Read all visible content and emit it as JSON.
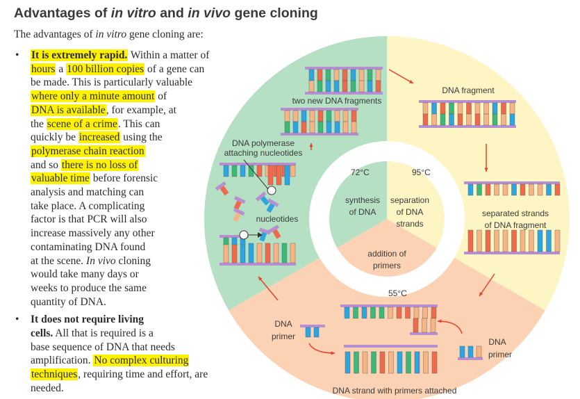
{
  "page": {
    "title_parts": [
      "Advantages of ",
      "in vitro",
      " and ",
      "in vivo",
      " gene cloning"
    ],
    "intro_parts": [
      "The advantages of ",
      "in vitro",
      " gene cloning are:"
    ]
  },
  "bullets": [
    {
      "lines": [
        [
          {
            "t": "It is extremely rapid.",
            "hl": true,
            "b": true
          },
          {
            "t": " Within a matter of"
          }
        ],
        [
          {
            "t": "hours",
            "hl": true
          },
          {
            "t": " a "
          },
          {
            "t": "100 billion copies",
            "hl": true
          },
          {
            "t": " of a gene can"
          }
        ],
        [
          {
            "t": "be made. This is particularly valuable"
          }
        ],
        [
          {
            "t": "where only a minute amount",
            "hl": true
          },
          {
            "t": " of"
          }
        ],
        [
          {
            "t": "DNA is available",
            "hl": true
          },
          {
            "t": ", for example, at"
          }
        ],
        [
          {
            "t": "the "
          },
          {
            "t": "scene of a crime",
            "hl": true
          },
          {
            "t": ". This can"
          }
        ],
        [
          {
            "t": "quickly be "
          },
          {
            "t": "increased",
            "hl": true
          },
          {
            "t": " using the"
          }
        ],
        [
          {
            "t": "polymerase chain reaction",
            "hl": true
          }
        ],
        [
          {
            "t": "and so "
          },
          {
            "t": "there is no loss of",
            "hl": true
          }
        ],
        [
          {
            "t": "valuable time",
            "hl": true
          },
          {
            "t": " before forensic"
          }
        ],
        [
          {
            "t": "analysis and matching can"
          }
        ],
        [
          {
            "t": "take place. A complicating"
          }
        ],
        [
          {
            "t": "factor is that PCR will also"
          }
        ],
        [
          {
            "t": "increase massively any other"
          }
        ],
        [
          {
            "t": "contaminating DNA found"
          }
        ],
        [
          {
            "t": "at the scene. "
          },
          {
            "t": "In vivo",
            "i": true
          },
          {
            "t": " cloning"
          }
        ],
        [
          {
            "t": "would take many days or"
          }
        ],
        [
          {
            "t": "weeks to produce the same"
          }
        ],
        [
          {
            "t": "quantity of DNA."
          }
        ]
      ]
    },
    {
      "lines": [
        [
          {
            "t": "It does not require living",
            "b": true
          }
        ],
        [
          {
            "t": "cells.",
            "b": true
          },
          {
            "t": " All that is required is a"
          }
        ],
        [
          {
            "t": "base sequence of DNA that needs"
          }
        ],
        [
          {
            "t": "amplification. "
          },
          {
            "t": "No complex culturing",
            "hl": true
          }
        ],
        [
          {
            "t": "techniques",
            "hl": true
          },
          {
            "t": ", requiring time and effort, are"
          }
        ],
        [
          {
            "t": "needed."
          }
        ]
      ]
    }
  ],
  "bullet_symbol": "•",
  "diagram": {
    "temps": {
      "t72": "72°C",
      "t95": "95°C",
      "t55": "55°C"
    },
    "inner": {
      "synthesis": [
        "synthesis",
        "of DNA"
      ],
      "separation": [
        "separation",
        "of DNA",
        "strands"
      ],
      "addition": [
        "addition of",
        "primers"
      ]
    },
    "labels": {
      "two_new": "two new DNA fragments",
      "dna_fragment": "DNA fragment",
      "polymerase": [
        "DNA polymerase",
        "attaching nucleotides"
      ],
      "nucleotides": "nucleotides",
      "separated": [
        "separated strands",
        "of DNA fragment"
      ],
      "primer_left": [
        "DNA",
        "primer"
      ],
      "primer_right": [
        "DNA",
        "primer"
      ],
      "strand_primers": "DNA strand with primers attached"
    },
    "colors": {
      "green_sector": "#b5e0c4",
      "yellow_sector": "#fdf6c4",
      "orange_sector": "#fbd2b3",
      "backbone": "#b68fd0",
      "base_blue": "#2da6e0",
      "base_green": "#3cb878",
      "base_peach": "#f6b585",
      "base_red": "#ee6a4a",
      "arrow": "#e8402a"
    }
  }
}
